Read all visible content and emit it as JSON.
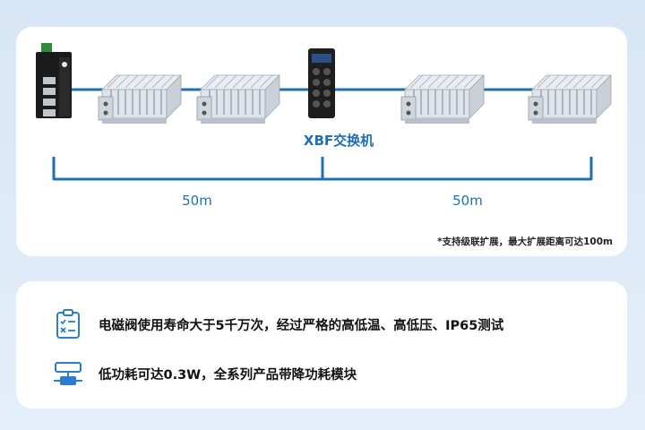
{
  "hub_label": "XBF交换机",
  "distance_left": "50m",
  "distance_right": "50m",
  "footnote": "*支持级联扩展，最大扩展距离可达100m",
  "features": [
    {
      "icon": "checklist-icon",
      "text": "电磁阀使用寿命大于5千万次，经过严格的高低温、高低压、IP65测试"
    },
    {
      "icon": "low-power-module-icon",
      "text": "低功耗可达0.3W，全系列产品带降功耗模块"
    }
  ],
  "colors": {
    "accent": "#1f6fb5",
    "background": "#dce9f7"
  }
}
